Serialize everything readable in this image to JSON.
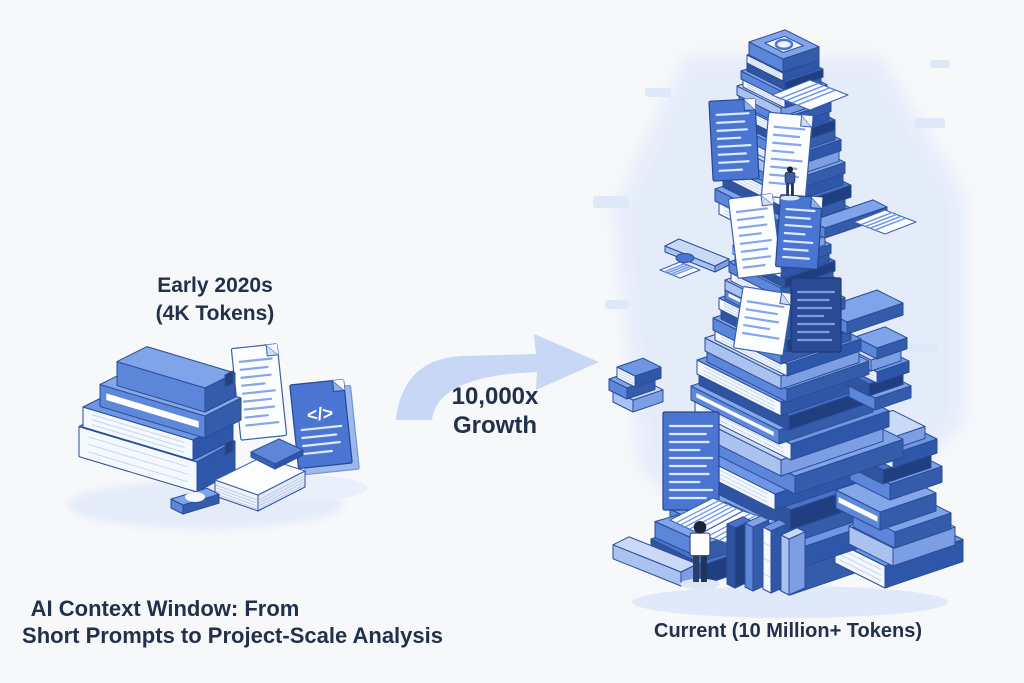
{
  "page": {
    "background": "#f7f8fa"
  },
  "left_group": {
    "label_line1": "Early 2020s",
    "label_line2": "(4K Tokens)",
    "code_glyph": "</>"
  },
  "growth": {
    "line1": "10,000x",
    "line2": "Growth"
  },
  "right_group": {
    "caption": "Current (10 Million+ Tokens)"
  },
  "footer": {
    "line1": "AI Context Window: From",
    "line2": "Short Prompts to Project-Scale Analysis"
  },
  "colors": {
    "text_primary": "#22304c",
    "arrow_fill": "#c7d7f5",
    "book_top": "#7fa4e9",
    "book_side": "#5b86da",
    "book_dark": "#2f57a9",
    "book_navy": "#203f80",
    "book_light": "#a9c2f0",
    "page_white": "#fbfdff",
    "glow": "#e4ecfb"
  },
  "diagram_data": {
    "type": "comparison",
    "items": [
      {
        "era": "Early 2020s",
        "context_window": "4K Tokens",
        "depicted_as": "small stack of books and documents"
      },
      {
        "era": "Current",
        "context_window": "10 Million+ Tokens",
        "depicted_as": "towering stack of books and documents with tiny person for scale"
      }
    ],
    "growth_factor": "10,000x",
    "title": "AI Context Window: From Short Prompts to Project-Scale Analysis"
  }
}
